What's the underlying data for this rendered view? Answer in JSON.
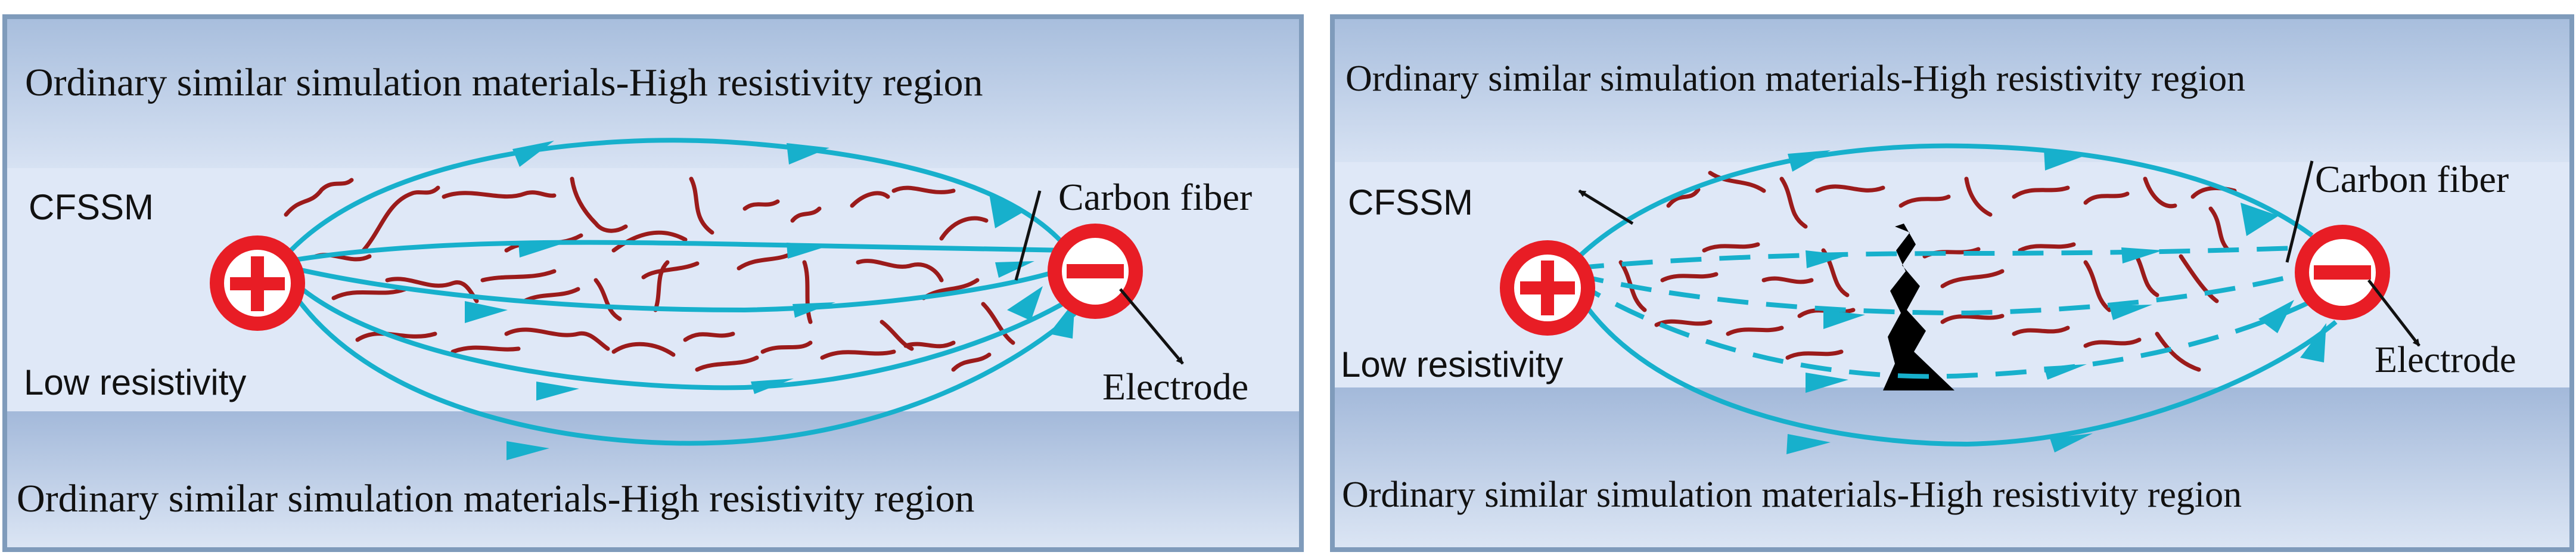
{
  "panels": [
    {
      "top_label": "Ordinary similar simulation materials-High resistivity region",
      "bottom_label": "Ordinary similar simulation materials-High resistivity region",
      "material_label": "CFSSM",
      "fiber_label": "Carbon fiber",
      "electrode_label": "Electrode",
      "low_label": "Low resistivity",
      "crack": false
    },
    {
      "top_label": "Ordinary similar simulation materials-High resistivity region",
      "bottom_label": "Ordinary similar simulation materials-High resistivity region",
      "material_label": "CFSSM",
      "fiber_label": "Carbon fiber",
      "electrode_label": "Electrode",
      "low_label": "Low resistivity",
      "crack": true
    }
  ],
  "colors": {
    "frame": "#7f9bbb",
    "high_region": "#9fb6d8",
    "low_region": "#dfe8f7",
    "current": "#17b0cc",
    "fiber": "#9b1b1b",
    "electrode": "#e81d25",
    "crack": "#000000"
  },
  "icons": {
    "positive": "plus-electrode-icon",
    "negative": "minus-electrode-icon"
  }
}
